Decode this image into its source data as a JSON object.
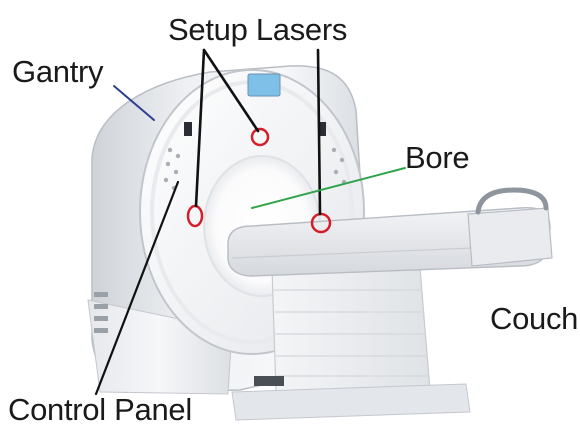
{
  "labels": {
    "setup_lasers": "Setup Lasers",
    "gantry": "Gantry",
    "bore": "Bore",
    "couch": "Couch",
    "control_panel": "Control Panel"
  },
  "colors": {
    "laser_marker": "#d21f2a",
    "bore_pointer": "#2fa34a",
    "gantry_pointer": "#2e3f8f",
    "pointer_line": "#111111"
  }
}
